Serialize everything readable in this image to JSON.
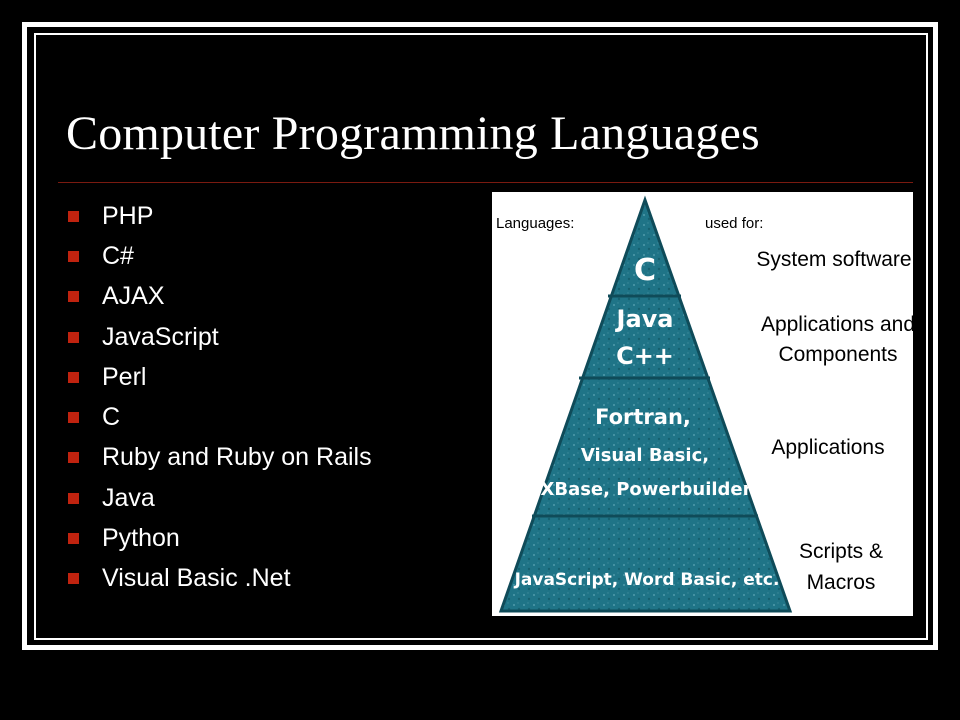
{
  "slide": {
    "title": "Computer Programming Languages",
    "colors": {
      "background": "#000000",
      "frame": "#ffffff",
      "bullet": "#c0230f",
      "rule": "#7a1a10",
      "pyramid": "#1f7487",
      "pyramid_dark": "#0f4b59"
    },
    "bullets": [
      "PHP",
      "C#",
      "AJAX",
      "JavaScript",
      "Perl",
      "C",
      "Ruby and Ruby on Rails",
      "Java",
      "Python",
      "Visual Basic .Net"
    ]
  },
  "pyramid": {
    "header_left": "Languages:",
    "header_right": "used for:",
    "tiers": [
      {
        "languages": [
          "C"
        ],
        "used_for": [
          "System software"
        ]
      },
      {
        "languages": [
          "Java",
          "C++"
        ],
        "used_for": [
          "Applications and",
          "Components"
        ]
      },
      {
        "languages": [
          "Fortran,",
          "Visual Basic,",
          "XBase, Powerbuilder"
        ],
        "used_for": [
          "Applications"
        ]
      },
      {
        "languages": [
          "JavaScript, Word Basic, etc."
        ],
        "used_for": [
          "Scripts &",
          "Macros"
        ]
      }
    ]
  }
}
